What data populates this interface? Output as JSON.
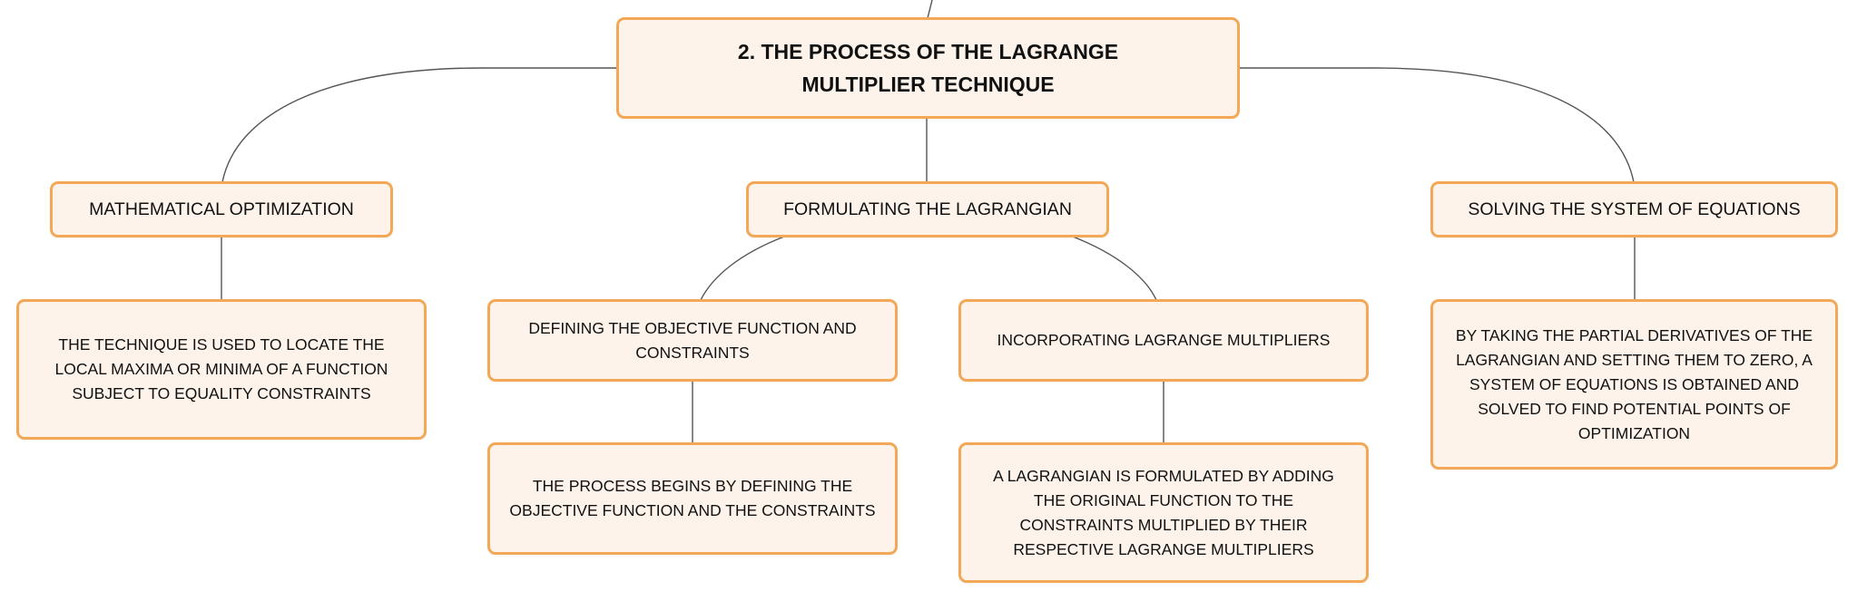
{
  "colors": {
    "node_fill": "#fdf3ea",
    "node_border": "#f2a857",
    "connector": "#555555",
    "text": "#111111"
  },
  "root": {
    "title": "2. THE PROCESS OF THE LAGRANGE MULTIPLIER TECHNIQUE"
  },
  "branches": [
    {
      "label": "MATHEMATICAL OPTIMIZATION",
      "children": [
        {
          "text": "THE TECHNIQUE IS USED TO LOCATE THE LOCAL MAXIMA OR MINIMA OF A FUNCTION SUBJECT TO EQUALITY CONSTRAINTS"
        }
      ]
    },
    {
      "label": "FORMULATING THE LAGRANGIAN",
      "children": [
        {
          "text": "DEFINING THE OBJECTIVE FUNCTION AND CONSTRAINTS",
          "detail": "THE PROCESS BEGINS BY DEFINING THE OBJECTIVE FUNCTION AND THE CONSTRAINTS"
        },
        {
          "text": "INCORPORATING LAGRANGE MULTIPLIERS",
          "detail": "A LAGRANGIAN IS FORMULATED BY ADDING THE ORIGINAL FUNCTION TO THE CONSTRAINTS MULTIPLIED BY THEIR RESPECTIVE LAGRANGE MULTIPLIERS"
        }
      ]
    },
    {
      "label": "SOLVING THE SYSTEM OF EQUATIONS",
      "children": [
        {
          "text": "BY TAKING THE PARTIAL DERIVATIVES OF THE LAGRANGIAN AND SETTING THEM TO ZERO, A SYSTEM OF EQUATIONS IS OBTAINED AND SOLVED TO FIND POTENTIAL POINTS OF OPTIMIZATION"
        }
      ]
    }
  ]
}
